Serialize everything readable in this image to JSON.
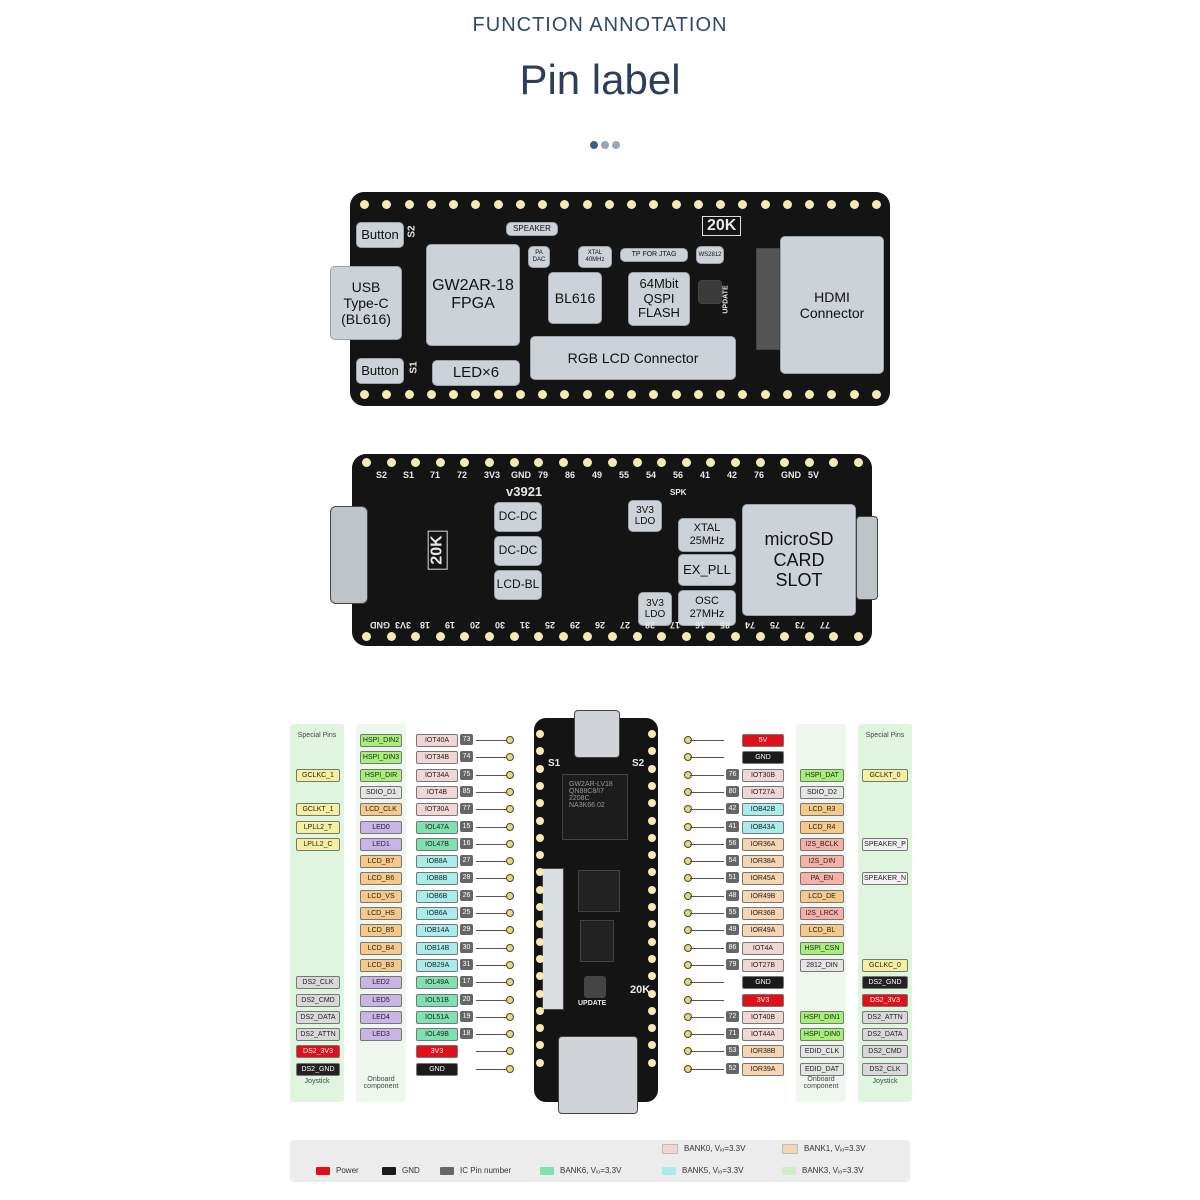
{
  "header": {
    "subtitle": "FUNCTION ANNOTATION",
    "title": "Pin label"
  },
  "board_top": {
    "button_top": "Button",
    "s2": "S2",
    "button_bottom": "Button",
    "s1": "S1",
    "usb": "USB\nType-C\n(BL616)",
    "fpga": "GW2AR-18\nFPGA",
    "speaker": "SPEAKER",
    "pa_dac": "PA\nDAC",
    "xtal": "XTAL\n40MHz",
    "tp_jtag": "TP FOR JTAG",
    "ws2812": "WS2812",
    "badge": "20K",
    "bl616": "BL616",
    "flash": "64Mbit\nQSPI\nFLASH",
    "update": "UPDATE",
    "hdmi": "HDMI\nConnector",
    "rgb_lcd": "RGB LCD Connector",
    "led": "LED×6"
  },
  "board_bottom": {
    "version": "v3921",
    "badge": "20K",
    "dcdc1": "DC-DC",
    "dcdc2": "DC-DC",
    "lcdbl": "LCD-BL",
    "ldo_top": "3V3\nLDO",
    "ldo_bottom": "3V3\nLDO",
    "xtal": "XTAL\n25MHz",
    "expll": "EX_PLL",
    "osc": "OSC\n27MHz",
    "sd": "microSD\nCARD\nSLOT",
    "spk": "SPK",
    "top_row": [
      "S2",
      "S1",
      "71",
      "72",
      "3V3",
      "GND",
      "79",
      "86",
      "49",
      "55",
      "54",
      "56",
      "41",
      "42",
      "76",
      "GND",
      "5V"
    ],
    "bottom_row": [
      "GND",
      "3V3",
      "18",
      "19",
      "20",
      "30",
      "31",
      "25",
      "29",
      "26",
      "27",
      "28",
      "17",
      "16",
      "85",
      "74",
      "75",
      "73",
      "77"
    ]
  },
  "pinmap": {
    "special_title": "Special Pins",
    "onboard": "Onboard\ncomponent",
    "joystick": "Joystick",
    "left_special": [
      {
        "row": 2,
        "text": "GCLKC_1"
      },
      {
        "row": 4,
        "text": "GCLKT_1"
      },
      {
        "row": 5,
        "text": "LPLL2_T"
      },
      {
        "row": 6,
        "text": "LPLL2_C"
      },
      {
        "row": 14,
        "text": "DS2_CLK"
      },
      {
        "row": 15,
        "text": "DS2_CMD"
      },
      {
        "row": 16,
        "text": "DS2_DATA"
      },
      {
        "row": 17,
        "text": "DS2_ATTN"
      },
      {
        "row": 18,
        "text": "DS2_3V3"
      },
      {
        "row": 19,
        "text": "DS2_GND"
      }
    ],
    "left_rows": [
      {
        "comp": "HSPI_DIN2",
        "io": "IOT40A",
        "pin": "73"
      },
      {
        "comp": "HSPI_DIN3",
        "io": "IOT34B",
        "pin": "74"
      },
      {
        "comp": "HSPI_DIR",
        "io": "IOT34A",
        "pin": "75"
      },
      {
        "comp": "SDIO_D1",
        "io": "IOT4B",
        "pin": "85"
      },
      {
        "comp": "LCD_CLK",
        "io": "IOT30A",
        "pin": "77"
      },
      {
        "comp": "LED0",
        "io": "IOL47A",
        "pin": "15"
      },
      {
        "comp": "LED1",
        "io": "IOL47B",
        "pin": "16"
      },
      {
        "comp": "LCD_B7",
        "io": "IOB8A",
        "pin": "27"
      },
      {
        "comp": "LCD_B6",
        "io": "IOB8B",
        "pin": "28"
      },
      {
        "comp": "LCD_VS",
        "io": "IOB6B",
        "pin": "26"
      },
      {
        "comp": "LCD_HS",
        "io": "IOB6A",
        "pin": "25"
      },
      {
        "comp": "LCD_B5",
        "io": "IOB14A",
        "pin": "29"
      },
      {
        "comp": "LCD_B4",
        "io": "IOB14B",
        "pin": "30"
      },
      {
        "comp": "LCD_B3",
        "io": "IOB29A",
        "pin": "31"
      },
      {
        "comp": "LED2",
        "io": "IOL49A",
        "pin": "17"
      },
      {
        "comp": "LED5",
        "io": "IOL51B",
        "pin": "20"
      },
      {
        "comp": "LED4",
        "io": "IOL51A",
        "pin": "19"
      },
      {
        "comp": "LED3",
        "io": "IOL49B",
        "pin": "18"
      },
      {
        "comp": "",
        "io": "3V3",
        "pin": ""
      },
      {
        "comp": "",
        "io": "GND",
        "pin": ""
      }
    ],
    "right_rows": [
      {
        "pin": "",
        "io": "5V",
        "comp": ""
      },
      {
        "pin": "",
        "io": "GND",
        "comp": ""
      },
      {
        "pin": "76",
        "io": "IOT30B",
        "comp": "HSPI_DAT"
      },
      {
        "pin": "80",
        "io": "IOT27A",
        "comp": "SDIO_D2"
      },
      {
        "pin": "42",
        "io": "IOB42B",
        "comp": "LCD_R3"
      },
      {
        "pin": "41",
        "io": "IOB43A",
        "comp": "LCD_R4"
      },
      {
        "pin": "56",
        "io": "IOR36A",
        "comp": "I2S_BCLK"
      },
      {
        "pin": "54",
        "io": "IOR38A",
        "comp": "I2S_DIN"
      },
      {
        "pin": "51",
        "io": "IOR45A",
        "comp": "PA_EN"
      },
      {
        "pin": "48",
        "io": "IOR49B",
        "comp": "LCD_DE"
      },
      {
        "pin": "55",
        "io": "IOR36B",
        "comp": "I2S_LRCK"
      },
      {
        "pin": "49",
        "io": "IOR49A",
        "comp": "LCD_BL"
      },
      {
        "pin": "86",
        "io": "IOT4A",
        "comp": "HSPI_CSN"
      },
      {
        "pin": "79",
        "io": "IOT27B",
        "comp": "2812_DIN"
      },
      {
        "pin": "",
        "io": "GND",
        "comp": ""
      },
      {
        "pin": "",
        "io": "3V3",
        "comp": ""
      },
      {
        "pin": "72",
        "io": "IOT40B",
        "comp": "HSPI_DIN1"
      },
      {
        "pin": "71",
        "io": "IOT44A",
        "comp": "HSPI_DIN0"
      },
      {
        "pin": "53",
        "io": "IOR38B",
        "comp": "EDID_CLK"
      },
      {
        "pin": "52",
        "io": "IOR39A",
        "comp": "EDID_DAT"
      }
    ],
    "right_special": [
      {
        "row": 2,
        "text": "GCLKT_0"
      },
      {
        "row": 6,
        "text": "SPEAKER_P"
      },
      {
        "row": 8,
        "text": "SPEAKER_N"
      },
      {
        "row": 13,
        "text": "GCLKC_0"
      },
      {
        "row": 14,
        "text": "DS2_GND"
      },
      {
        "row": 15,
        "text": "DS2_3V3"
      },
      {
        "row": 16,
        "text": "DS2_ATTN"
      },
      {
        "row": 17,
        "text": "DS2_DATA"
      },
      {
        "row": 18,
        "text": "DS2_CMD"
      },
      {
        "row": 19,
        "text": "DS2_CLK"
      }
    ],
    "board_labels": {
      "s1": "S1",
      "s2": "S2",
      "chip": "GW2AR-LV18\nQN88C8/I7\n2208C\nNA3K66.02",
      "update": "UPDATE",
      "badge": "20K"
    }
  },
  "legend": {
    "power": "Power",
    "gnd": "GND",
    "ic_pin": "IC Pin number",
    "bank6": "BANK6, Vᵢₒ=3.3V",
    "bank5": "BANK5, Vᵢₒ=3.3V",
    "bank3": "BANK3, Vᵢₒ=3.3V",
    "bank0": "BANK0, Vᵢₒ=3.3V",
    "bank1": "BANK1, Vᵢₒ=3.3V"
  },
  "colors": {
    "power": "#e0101a",
    "gnd": "#1b1b1b",
    "ic_pin": "#666666",
    "bank6": "#7fe0b0",
    "bank5": "#a8ecec",
    "bank3": "#cfeec8",
    "bank0": "#f2d6d6",
    "bank1": "#f6d5b0",
    "bank2_lcd": "#f6c98a",
    "led": "#c9b4e8",
    "hspi": "#a6f07a",
    "special": "#f4f0a0",
    "ds2": "#d9d9d9",
    "i2s": "#f6b0a8"
  }
}
